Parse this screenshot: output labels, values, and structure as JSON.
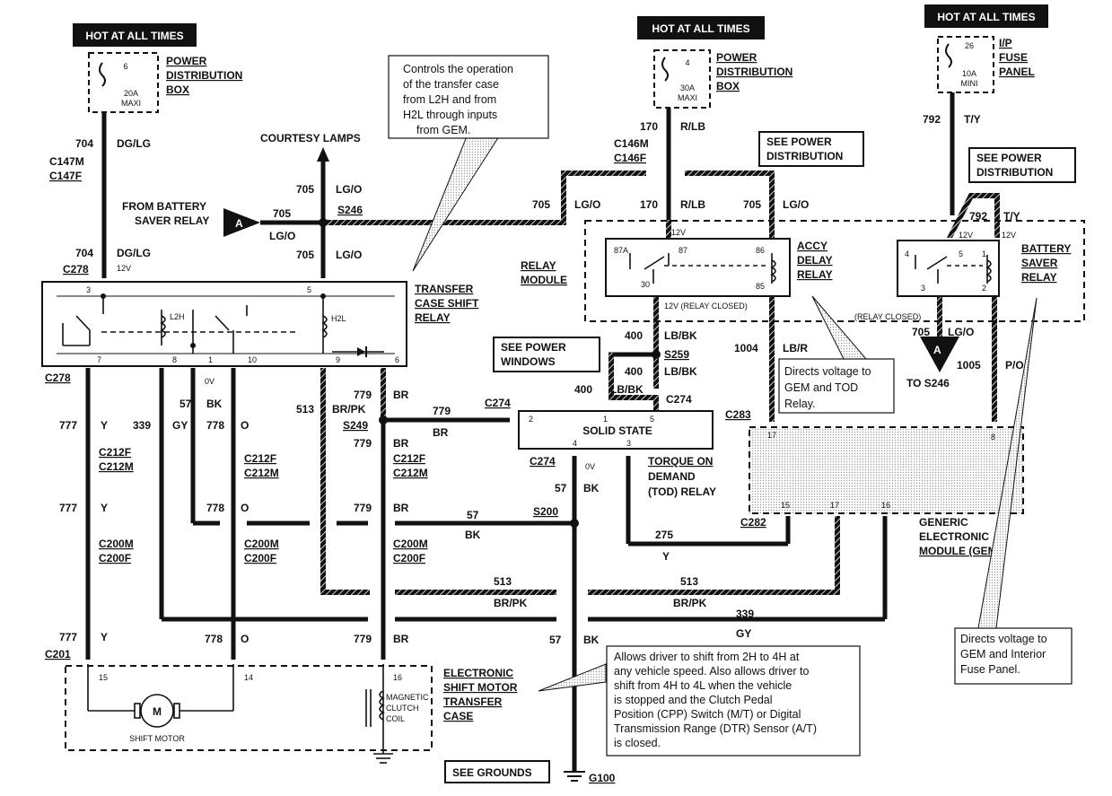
{
  "hot_labels": {
    "left": "HOT AT ALL TIMES",
    "middle": "HOT AT ALL TIMES",
    "right": "HOT AT ALL TIMES"
  },
  "fuses": {
    "pdb_left": {
      "num": "6",
      "rating_a": "20A",
      "rating_b": "MAXI",
      "label_1": "POWER",
      "label_2": "DISTRIBUTION",
      "label_3": "BOX"
    },
    "pdb_mid": {
      "num": "4",
      "rating_a": "30A",
      "rating_b": "MAXI",
      "label_1": "POWER",
      "label_2": "DISTRIBUTION",
      "label_3": "BOX"
    },
    "ip_right": {
      "num": "26",
      "rating_a": "10A",
      "rating_b": "MINI",
      "label_1": "I/P",
      "label_2": "FUSE",
      "label_3": "PANEL"
    }
  },
  "notes": {
    "transfer_case": [
      "Controls the operation",
      "of the transfer case",
      "from L2H and from",
      "H2L through inputs",
      "from GEM."
    ],
    "accy_delay": [
      "Directs voltage to",
      "GEM and TOD",
      "Relay."
    ],
    "battery_saver": [
      "Directs voltage to",
      "GEM and Interior",
      "Fuse Panel."
    ],
    "shift": [
      "Allows driver to shift from 2H to 4H at",
      "any vehicle speed.  Also allows driver to",
      "shift from 4H to 4L when the vehicle",
      "is stopped and the Clutch Pedal",
      "Position (CPP) Switch (M/T) or Digital",
      "Transmission Range (DTR) Sensor (A/T)",
      "is closed."
    ]
  },
  "boxes": {
    "see_power_distribution_1": [
      "SEE POWER",
      "DISTRIBUTION"
    ],
    "see_power_distribution_2": [
      "SEE POWER",
      "DISTRIBUTION"
    ],
    "see_power_windows": [
      "SEE POWER",
      "WINDOWS"
    ],
    "see_grounds": "SEE GROUNDS"
  },
  "components": {
    "transfer_case_shift_relay": [
      "TRANSFER",
      "CASE SHIFT",
      "RELAY"
    ],
    "relay_module": [
      "RELAY",
      "MODULE"
    ],
    "accy_delay_relay": [
      "ACCY",
      "DELAY",
      "RELAY"
    ],
    "battery_saver_relay": [
      "BATTERY",
      "SAVER",
      "RELAY"
    ],
    "solid_state": "SOLID STATE",
    "tod_relay": [
      "TORQUE ON",
      "DEMAND",
      "(TOD) RELAY"
    ],
    "gem": [
      "GENERIC",
      "ELECTRONIC",
      "MODULE (GEM)"
    ],
    "shift_motor_tc": [
      "ELECTRONIC",
      "SHIFT MOTOR",
      "TRANSFER",
      "CASE"
    ],
    "shift_motor": "SHIFT MOTOR",
    "motor_symbol": "M",
    "magnetic_clutch": [
      "MAGNETIC",
      "CLUTCH",
      "COIL"
    ],
    "courtesy_lamps": "COURTESY LAMPS",
    "from_battery_saver": [
      "FROM BATTERY",
      "SAVER RELAY"
    ],
    "to_s246": "TO S246",
    "ground": "G100",
    "l2h": "L2H",
    "h2l": "H2L",
    "relay_closed_1": "12V (RELAY CLOSED)",
    "relay_closed_2": "(RELAY CLOSED)"
  },
  "connectors": {
    "c147m": "C147M",
    "c147f": "C147F",
    "c278_top": "C278",
    "c278_bot": "C278",
    "c146m": "C146M",
    "c146f": "C146F",
    "c212f": "C212F",
    "c212m": "C212M",
    "c212f_b": "C212F",
    "c212m_b": "C212M",
    "c212f_c": "C212F",
    "c212m_c": "C212M",
    "c200m": "C200M",
    "c200f": "C200F",
    "c200m_b": "C200M",
    "c200f_b": "C200F",
    "c200m_c": "C200M",
    "c200f_c": "C200F",
    "c201": "C201",
    "c274_a": "C274",
    "c274_b": "C274",
    "c274_c": "C274",
    "c283": "C283",
    "c282": "C282",
    "s246": "S246",
    "s249": "S249",
    "s259": "S259",
    "s200": "S200"
  },
  "wires": {
    "w704a": "704",
    "c704a": "DG/LG",
    "w704b": "704",
    "c704b": "DG/LG",
    "w705a": "705",
    "c705a": "LG/O",
    "w705b": "705",
    "c705b": "LG/O",
    "w705c": "705",
    "c705c": "LG/O",
    "w705d": "705",
    "c705d": "LG/O",
    "w705e": "705",
    "c705e": "LG/O",
    "w705f": "705",
    "c705f": "LG/O",
    "w170a": "170",
    "c170a": "R/LB",
    "w170b": "170",
    "c170b": "R/LB",
    "w792a": "792",
    "c792a": "T/Y",
    "w792b": "792",
    "c792b": "T/Y",
    "w400a": "400",
    "c400a": "LB/BK",
    "w400b": "400",
    "c400b": "LB/BK",
    "w400c": "400",
    "c400c": "LB/BK",
    "w1004": "1004",
    "c1004": "LB/R",
    "w1005": "1005",
    "c1005": "P/O",
    "w777a": "777",
    "c777a": "Y",
    "w777b": "777",
    "c777b": "Y",
    "w777c": "777",
    "c777c": "Y",
    "w339": "339",
    "c339": "GY",
    "w339b": "339",
    "c339b": "GY",
    "w57a": "57",
    "c57a": "BK",
    "w57b": "57",
    "c57b": "BK",
    "w57c": "57",
    "c57c": "BK",
    "w57d": "57",
    "c57d": "BK",
    "w778a": "778",
    "c778a": "O",
    "w778b": "778",
    "c778b": "O",
    "w778c": "778",
    "c778c": "O",
    "w513a": "513",
    "c513a": "BR/PK",
    "w513b": "513",
    "c513b": "BR/PK",
    "w513c": "513",
    "c513c": "BR/PK",
    "w779a": "779",
    "c779a": "BR",
    "w779b": "779",
    "c779b": "BR",
    "w779c": "779",
    "c779c": "BR",
    "w779d": "779",
    "c779d": "BR",
    "w779e": "779",
    "c779e": "BR",
    "w275": "275",
    "c275": "Y",
    "v12a": "12V",
    "v12b": "12V",
    "v12c": "12V",
    "v12d": "12V",
    "v0a": "0V",
    "v0b": "0V"
  },
  "pins": {
    "tcsr": [
      "3",
      "5",
      "7",
      "8",
      "1",
      "10",
      "9",
      "6"
    ],
    "accy": [
      "87A",
      "87",
      "86",
      "30",
      "85"
    ],
    "bsr": [
      "4",
      "5",
      "1",
      "3",
      "2"
    ],
    "ss": [
      "2",
      "1",
      "5",
      "4",
      "3"
    ],
    "gem": [
      "17",
      "8",
      "15",
      "17",
      "16"
    ],
    "esm": [
      "15",
      "14",
      "16"
    ]
  }
}
